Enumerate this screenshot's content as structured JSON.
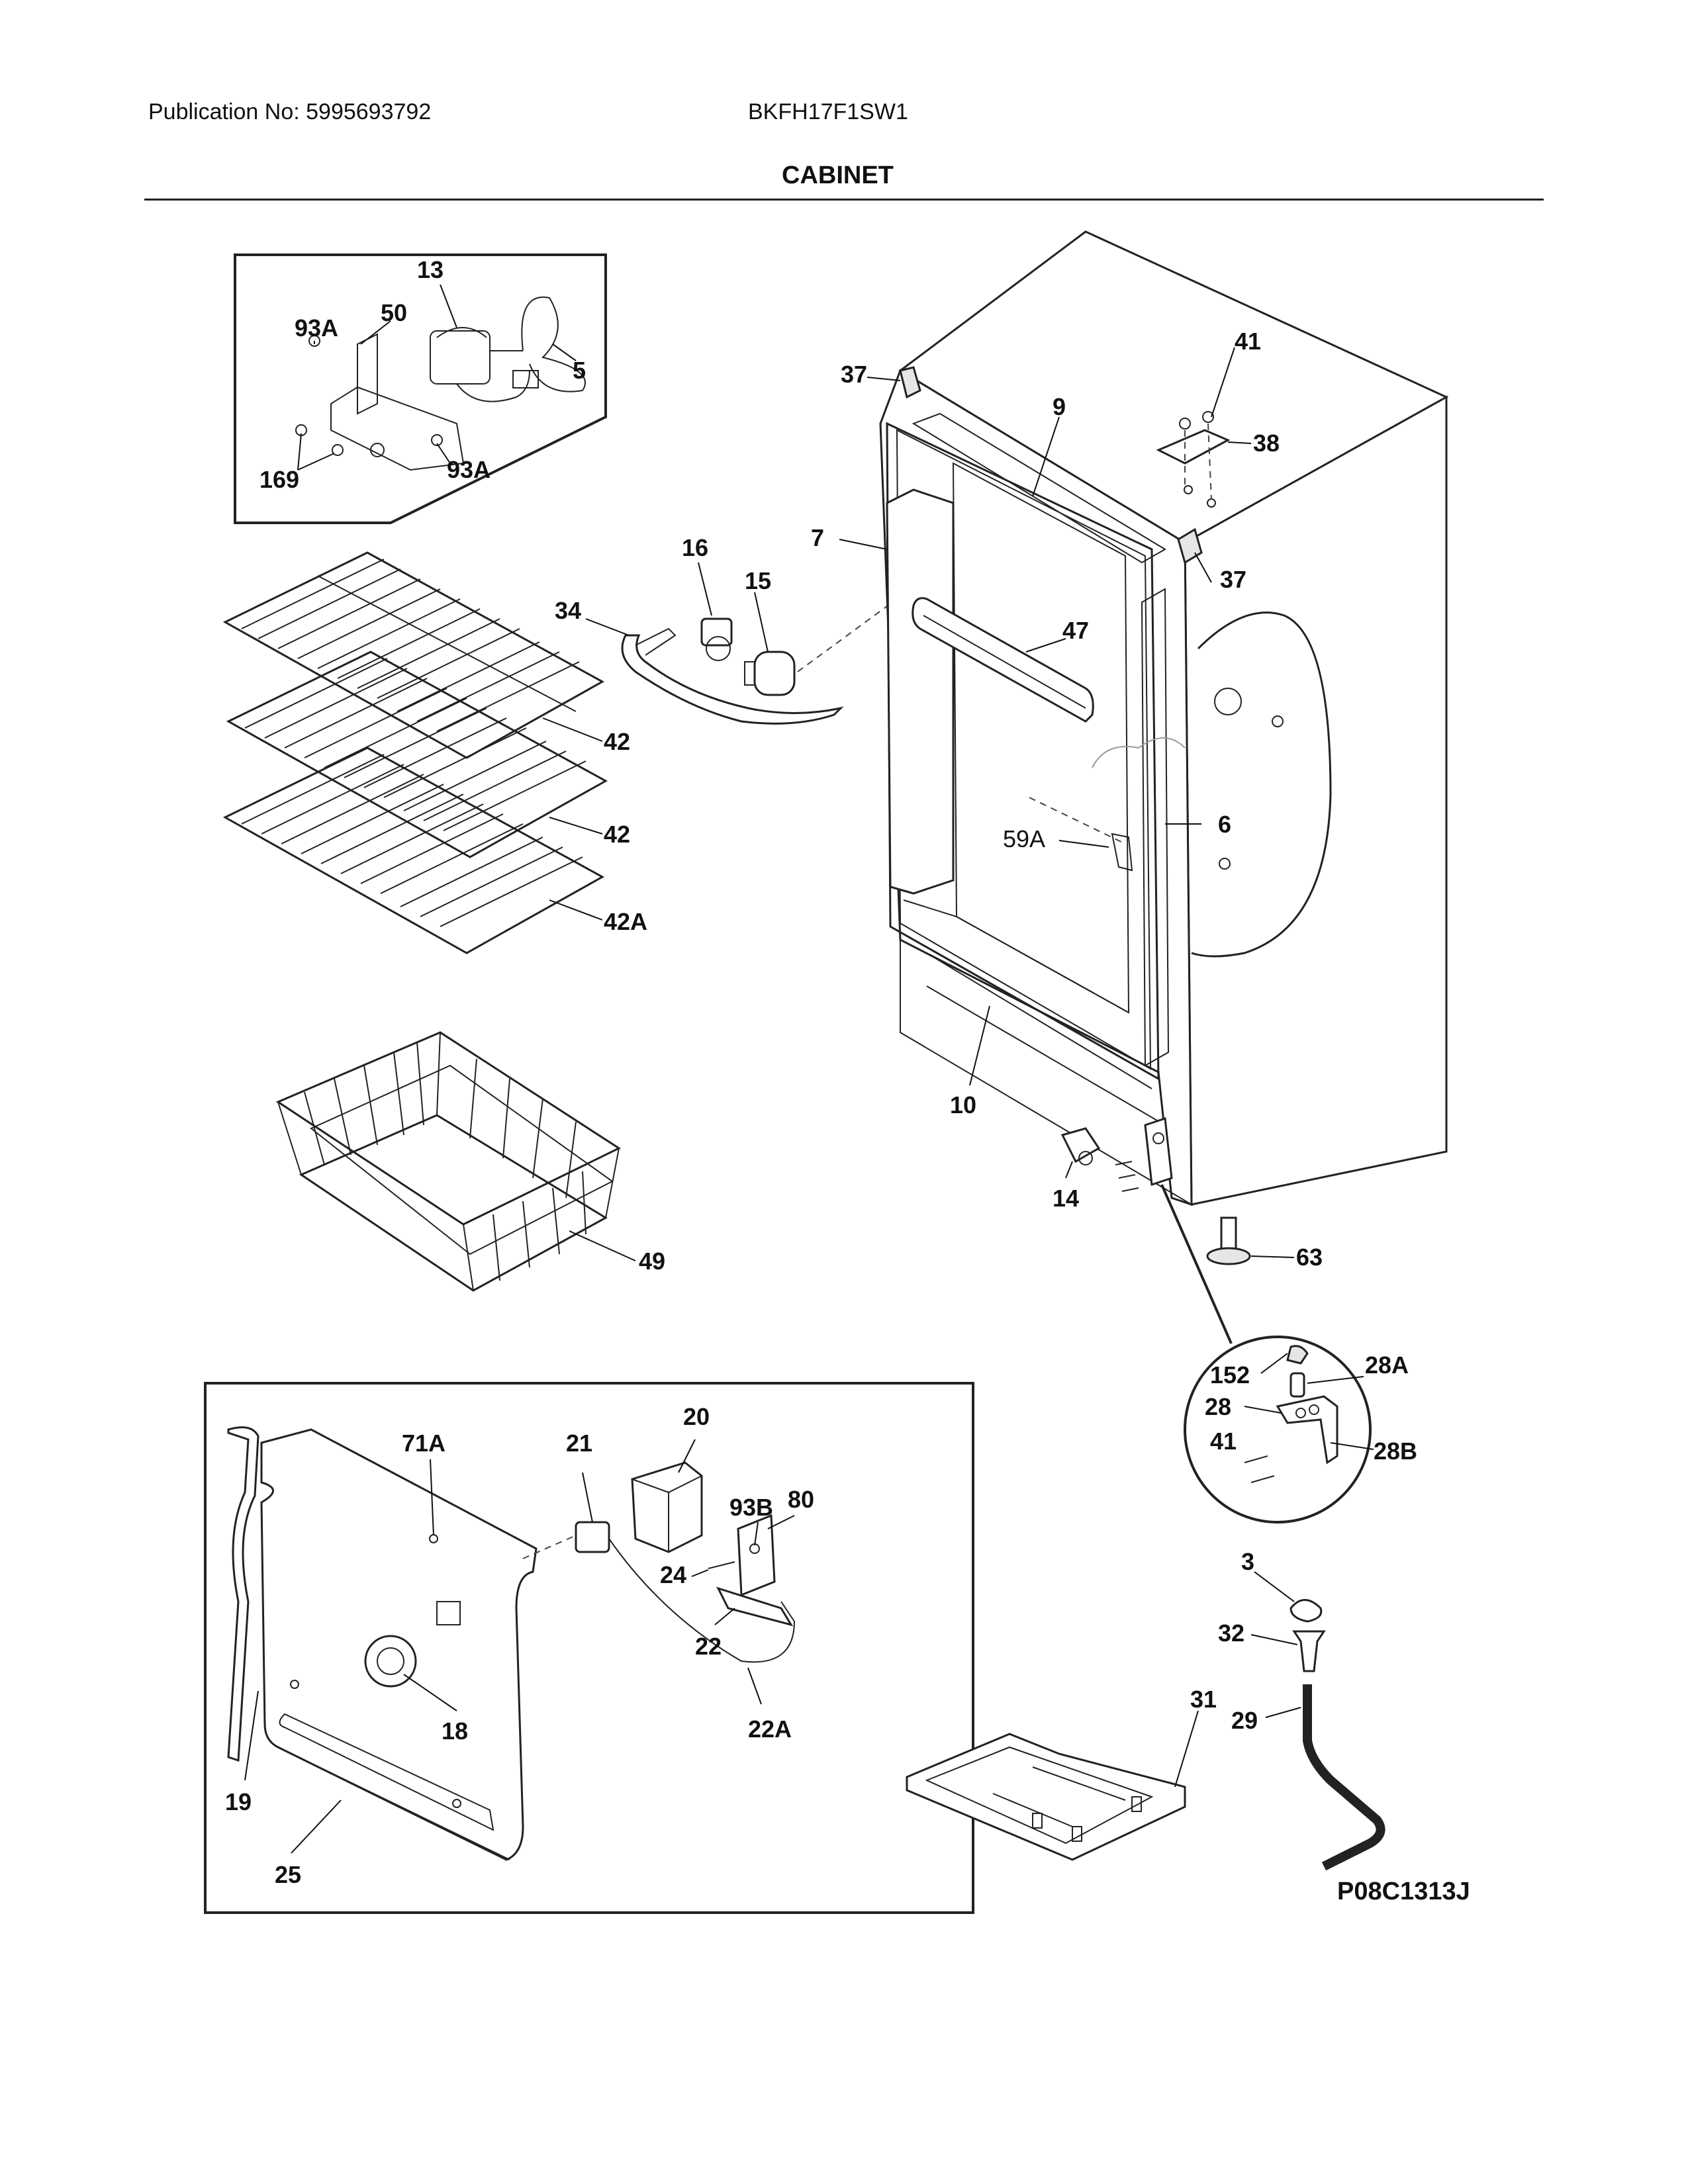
{
  "header": {
    "publication": "Publication No: 5995693792",
    "model": "BKFH17F1SW1"
  },
  "page_title": "CABINET",
  "drawing_code": "P08C1313J",
  "callouts": {
    "fan_box": [
      "13",
      "93A",
      "50",
      "5",
      "169",
      "93A"
    ],
    "cabinet": [
      "37",
      "9",
      "41",
      "38",
      "7",
      "37",
      "47",
      "6",
      "59A",
      "10",
      "14",
      "63"
    ],
    "light": [
      "16",
      "15",
      "34"
    ],
    "shelves": [
      "42",
      "42",
      "42A"
    ],
    "basket": [
      "49"
    ],
    "hinge_detail": [
      "152",
      "28A",
      "28",
      "41",
      "28B"
    ],
    "control_box": [
      "71A",
      "21",
      "20",
      "93B",
      "80",
      "24",
      "22",
      "18",
      "22A",
      "19",
      "25"
    ],
    "drain": [
      "3",
      "32",
      "31",
      "29"
    ]
  }
}
